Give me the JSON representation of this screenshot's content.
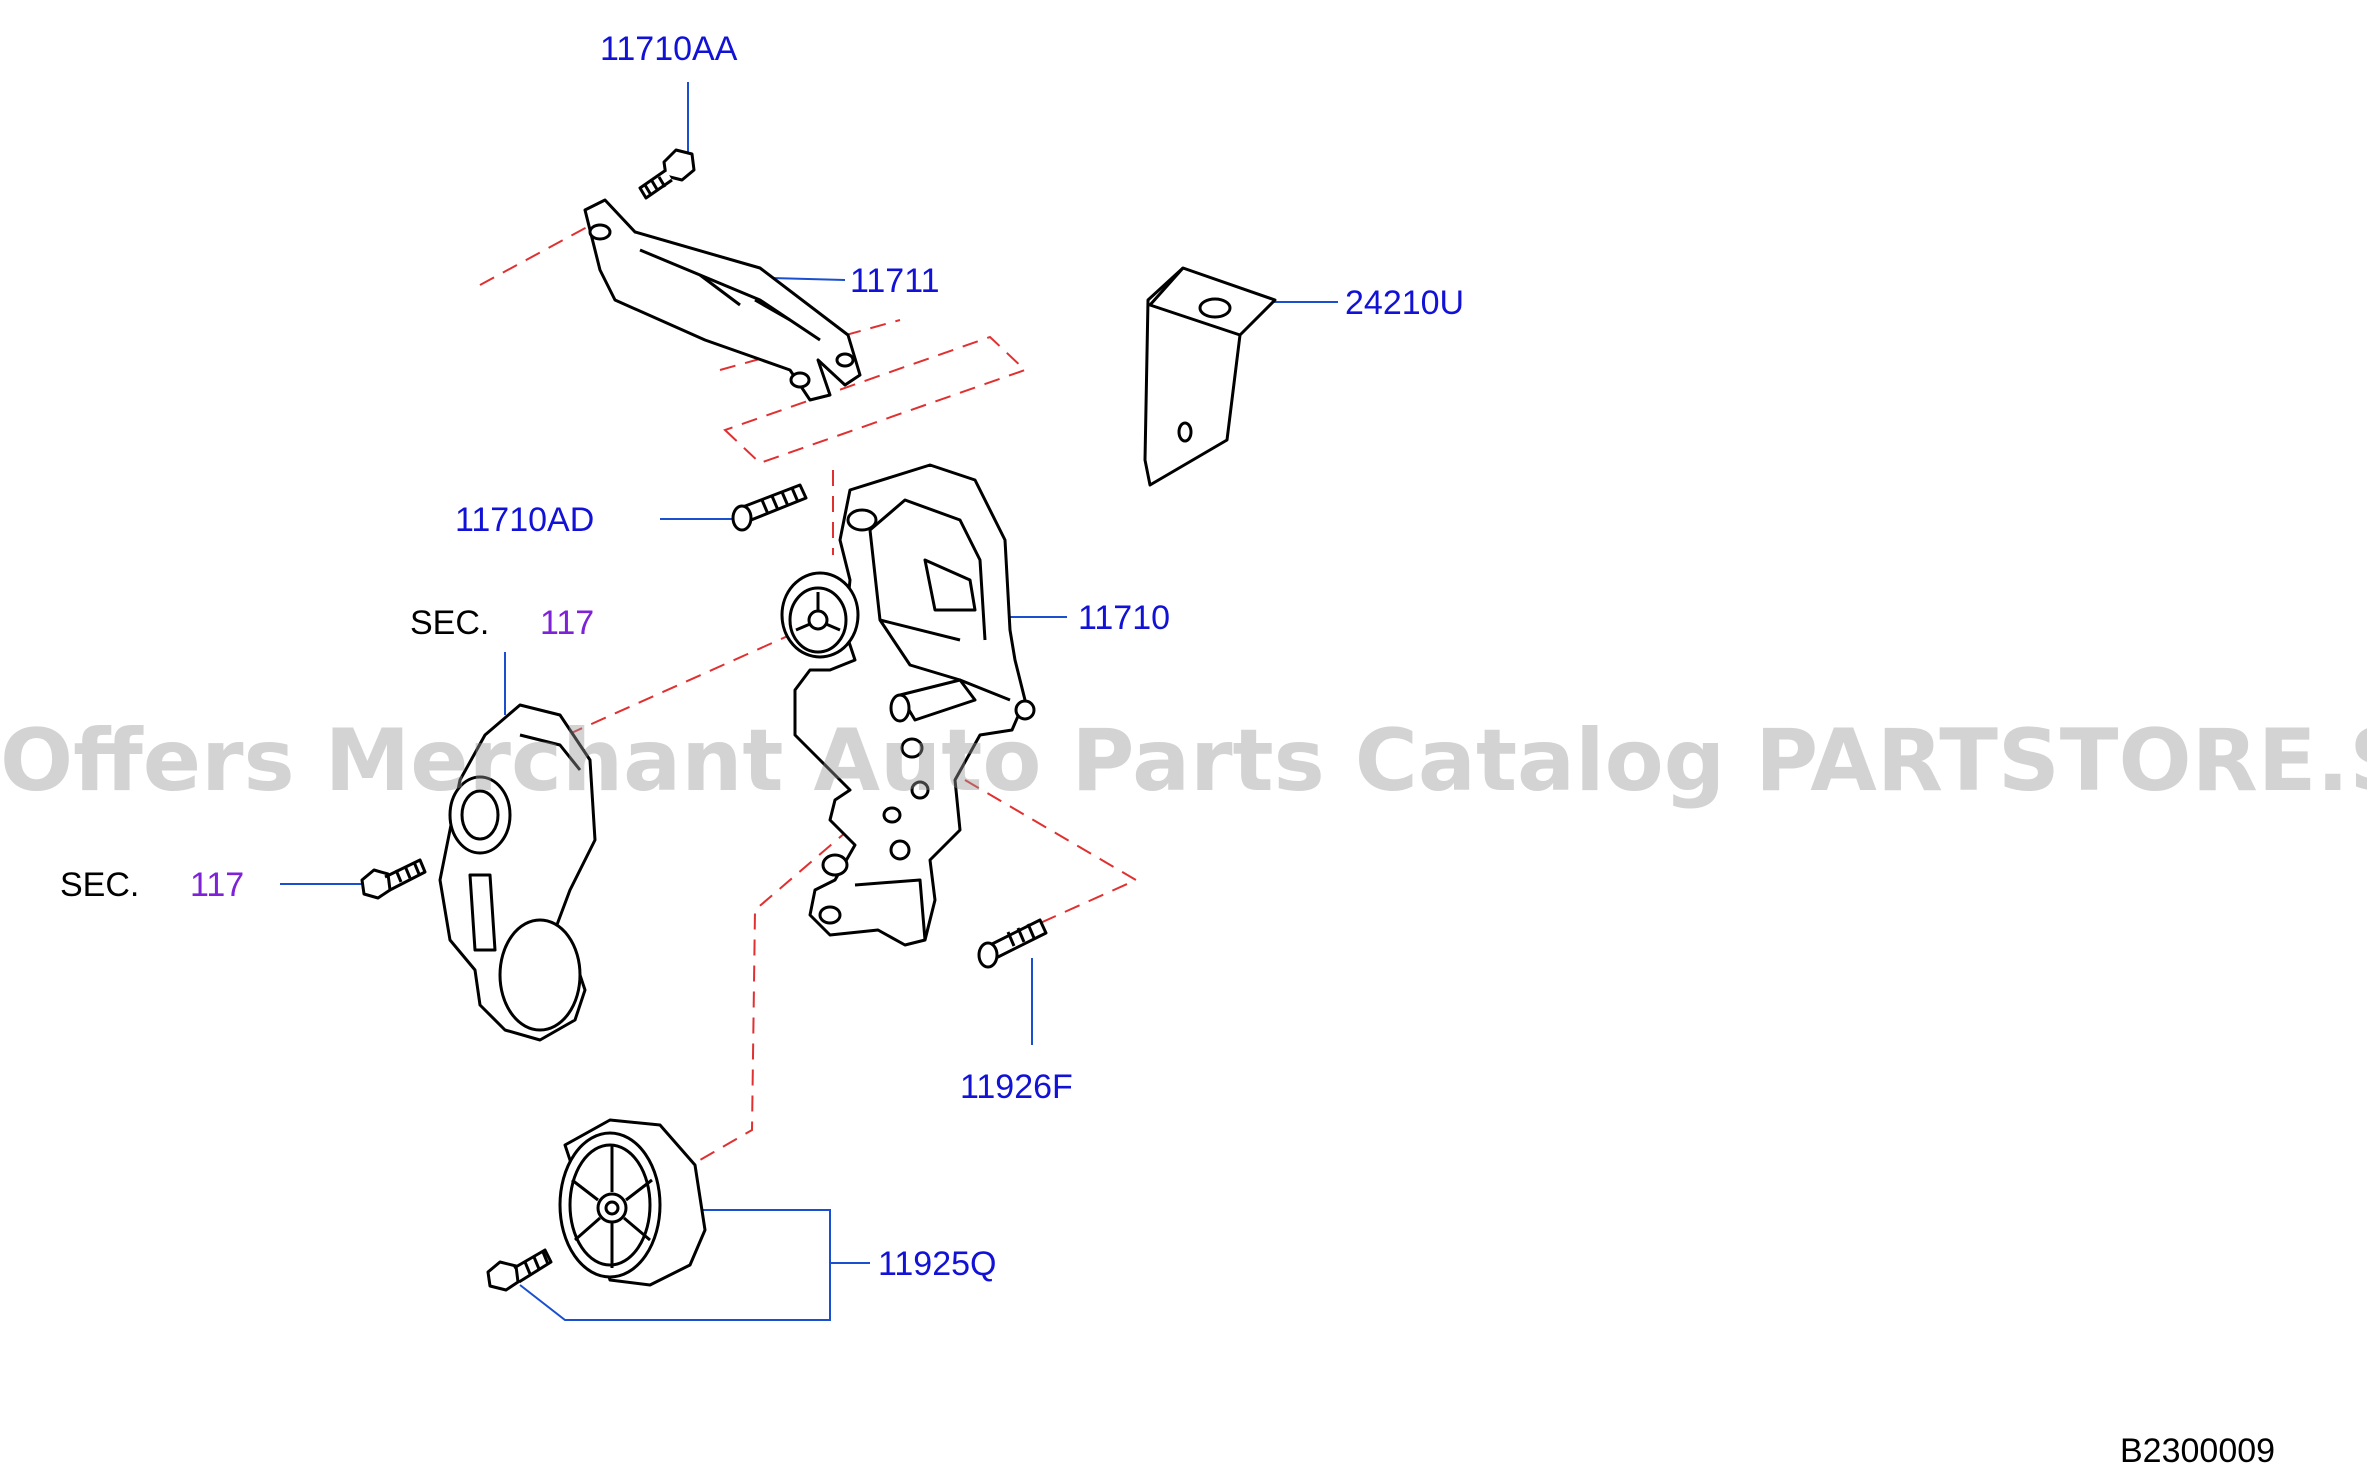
{
  "diagram": {
    "id_label": "B2300009",
    "watermark": "Offers Merchant Auto Parts Catalog PARTSTORE.SA",
    "colors": {
      "part_number": "#1212d6",
      "section_ref": "#7d22d6",
      "leader_line": "#1a4fd0",
      "dashed_line": "#e03030",
      "drawing": "#000000"
    },
    "parts": [
      {
        "number": "11710AA"
      },
      {
        "number": "11711"
      },
      {
        "number": "24210U"
      },
      {
        "number": "11710AD"
      },
      {
        "number": "11710"
      },
      {
        "number": "11926F"
      },
      {
        "number": "11925Q"
      }
    ],
    "section_refs": [
      {
        "prefix": "SEC.",
        "number": "117"
      },
      {
        "prefix": "SEC.",
        "number": "117"
      }
    ]
  }
}
